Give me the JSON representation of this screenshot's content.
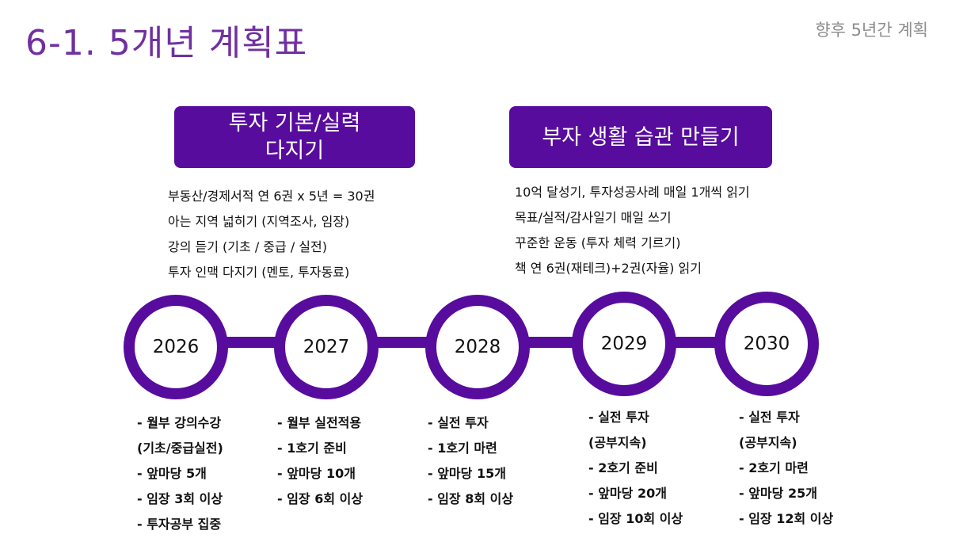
{
  "title": "6-1. 5개년 계획표",
  "subtitle": "향후 5년간 계획",
  "sections": [
    {
      "heading_line1": "투자 기본/실력",
      "heading_line2": "다지기",
      "items": [
        "부동산/경제서적 연 6권 x 5년 = 30권",
        "아는 지역 넓히기 (지역조사, 임장)",
        "강의 듣기 (기초 / 중급 / 실전)",
        "투자 인맥 다지기 (멘토, 투자동료)"
      ]
    },
    {
      "heading_line1": "부자 생활 습관 만들기",
      "heading_line2": "",
      "items": [
        "10억 달성기, 투자성공사례 매일 1개씩 읽기",
        "목표/실적/감사일기 매일 쓰기",
        "꾸준한 운동 (투자 체력 기르기)",
        "책 연 6권(재테크)+2권(자율) 읽기"
      ]
    }
  ],
  "years": [
    {
      "year": "2026",
      "goals": [
        "- 월부 강의수강",
        "(기초/중급실전)",
        "- 앞마당 5개",
        "- 임장 3회 이상",
        "- 투자공부 집중"
      ]
    },
    {
      "year": "2027",
      "goals": [
        "- 월부 실전적용",
        "- 1호기 준비",
        "- 앞마당 10개",
        "- 임장 6회 이상"
      ]
    },
    {
      "year": "2028",
      "goals": [
        "- 실전 투자",
        "- 1호기 마련",
        "- 앞마당 15개",
        "- 임장 8회 이상"
      ]
    },
    {
      "year": "2029",
      "goals": [
        "- 실전 투자",
        "(공부지속)",
        "- 2호기 준비",
        "- 앞마당 20개",
        "- 임장 10회 이상"
      ]
    },
    {
      "year": "2030",
      "goals": [
        "- 실전 투자",
        "(공부지속)",
        "- 2호기 마련",
        "- 앞마당 25개",
        "- 임장 12회 이상"
      ]
    }
  ],
  "colors": {
    "accent": "#570C9E",
    "title": "#7030A0"
  }
}
